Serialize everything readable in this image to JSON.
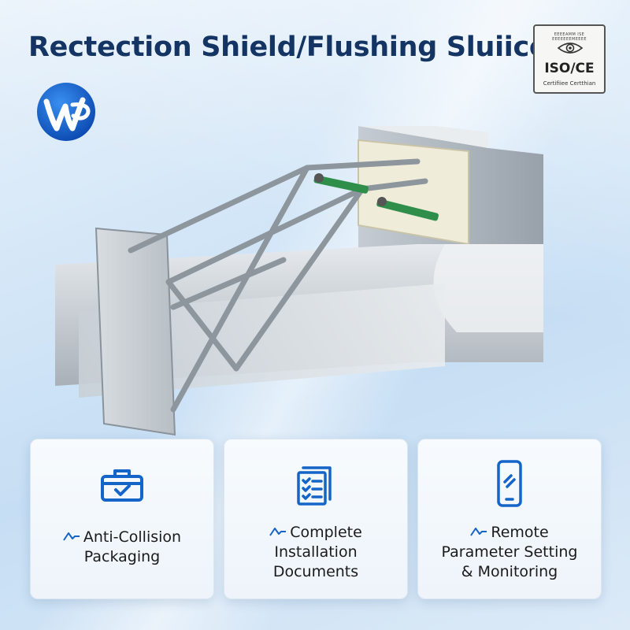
{
  "title": "Rectection Shield/Flushing Sluiice",
  "certificate": {
    "arc_text": "EEEEAMM ISE EEEEEEEMEEEE",
    "mark": "ISO/CE",
    "caption": "Certifiiee Certthian"
  },
  "colors": {
    "title": "#143563",
    "accent_blue": "#1565c8",
    "card_background": "#f4f8fc"
  },
  "features": [
    {
      "icon": "toolbox-check-icon",
      "lines": [
        "Anti-Collision",
        "Packaging"
      ]
    },
    {
      "icon": "document-checklist-icon",
      "lines": [
        "Complete",
        "Installation",
        "Documents"
      ]
    },
    {
      "icon": "smartphone-icon",
      "lines": [
        "Remote",
        "Parameter Setting",
        "& Monitoring"
      ]
    }
  ]
}
